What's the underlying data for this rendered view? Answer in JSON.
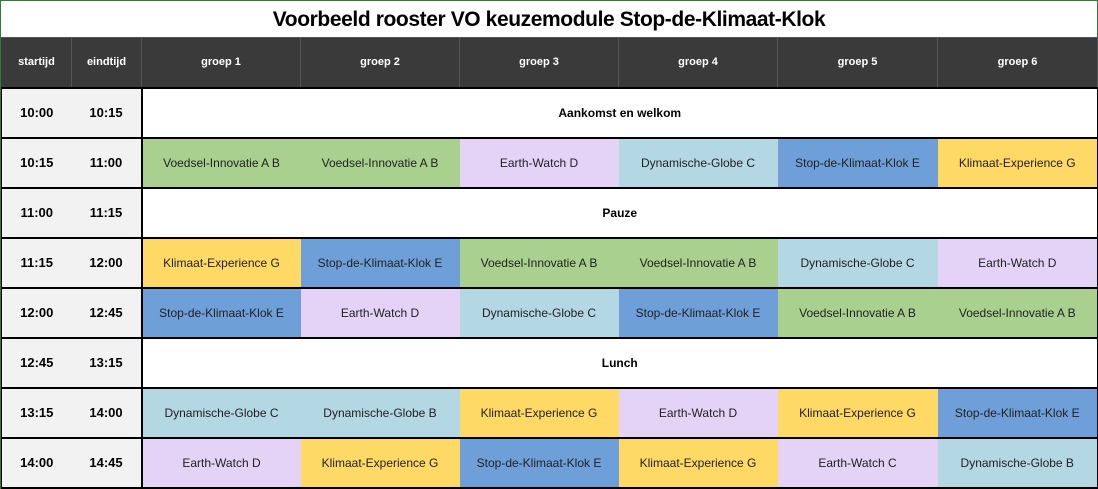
{
  "title": "Voorbeeld rooster VO keuzemodule  Stop-de-Klimaat-Klok",
  "headers": [
    "startijd",
    "eindtijd",
    "groep 1",
    "groep 2",
    "groep 3",
    "groep 4",
    "groep 5",
    "groep 6"
  ],
  "colors": {
    "Voedsel-Innovatie": "#a9d08e",
    "Earth-Watch": "#e4d2f7",
    "Dynamische-Globe": "#b4d7e4",
    "Stop-de-Klimaat-Klok": "#6f9fd8",
    "Klimaat-Experience": "#ffd966"
  },
  "rows": [
    {
      "start": "10:00",
      "end": "10:15",
      "span": "Aankomst en welkom"
    },
    {
      "start": "10:15",
      "end": "11:00",
      "cells": [
        {
          "text": "Voedsel-Innovatie A B",
          "module": "Voedsel-Innovatie"
        },
        {
          "text": "Voedsel-Innovatie A B",
          "module": "Voedsel-Innovatie"
        },
        {
          "text": "Earth-Watch D",
          "module": "Earth-Watch"
        },
        {
          "text": "Dynamische-Globe C",
          "module": "Dynamische-Globe"
        },
        {
          "text": "Stop-de-Klimaat-Klok E",
          "module": "Stop-de-Klimaat-Klok"
        },
        {
          "text": "Klimaat-Experience G",
          "module": "Klimaat-Experience"
        }
      ]
    },
    {
      "start": "11:00",
      "end": "11:15",
      "span": "Pauze"
    },
    {
      "start": "11:15",
      "end": "12:00",
      "cells": [
        {
          "text": "Klimaat-Experience G",
          "module": "Klimaat-Experience"
        },
        {
          "text": "Stop-de-Klimaat-Klok E",
          "module": "Stop-de-Klimaat-Klok"
        },
        {
          "text": "Voedsel-Innovatie A B",
          "module": "Voedsel-Innovatie"
        },
        {
          "text": "Voedsel-Innovatie A B",
          "module": "Voedsel-Innovatie"
        },
        {
          "text": "Dynamische-Globe C",
          "module": "Dynamische-Globe"
        },
        {
          "text": "Earth-Watch D",
          "module": "Earth-Watch"
        }
      ]
    },
    {
      "start": "12:00",
      "end": "12:45",
      "cells": [
        {
          "text": "Stop-de-Klimaat-Klok E",
          "module": "Stop-de-Klimaat-Klok"
        },
        {
          "text": "Earth-Watch D",
          "module": "Earth-Watch"
        },
        {
          "text": "Dynamische-Globe C",
          "module": "Dynamische-Globe"
        },
        {
          "text": "Stop-de-Klimaat-Klok E",
          "module": "Stop-de-Klimaat-Klok"
        },
        {
          "text": "Voedsel-Innovatie A B",
          "module": "Voedsel-Innovatie"
        },
        {
          "text": "Voedsel-Innovatie A B",
          "module": "Voedsel-Innovatie"
        }
      ]
    },
    {
      "start": "12:45",
      "end": "13:15",
      "span": "Lunch"
    },
    {
      "start": "13:15",
      "end": "14:00",
      "cells": [
        {
          "text": "Dynamische-Globe C",
          "module": "Dynamische-Globe"
        },
        {
          "text": "Dynamische-Globe B",
          "module": "Dynamische-Globe"
        },
        {
          "text": "Klimaat-Experience G",
          "module": "Klimaat-Experience"
        },
        {
          "text": "Earth-Watch D",
          "module": "Earth-Watch"
        },
        {
          "text": "Klimaat-Experience G",
          "module": "Klimaat-Experience"
        },
        {
          "text": "Stop-de-Klimaat-Klok E",
          "module": "Stop-de-Klimaat-Klok"
        }
      ]
    },
    {
      "start": "14:00",
      "end": "14:45",
      "cells": [
        {
          "text": "Earth-Watch D",
          "module": "Earth-Watch"
        },
        {
          "text": "Klimaat-Experience G",
          "module": "Klimaat-Experience"
        },
        {
          "text": "Stop-de-Klimaat-Klok E",
          "module": "Stop-de-Klimaat-Klok"
        },
        {
          "text": "Klimaat-Experience G",
          "module": "Klimaat-Experience"
        },
        {
          "text": "Earth-Watch C",
          "module": "Earth-Watch"
        },
        {
          "text": "Dynamische-Globe B",
          "module": "Dynamische-Globe"
        }
      ]
    }
  ]
}
